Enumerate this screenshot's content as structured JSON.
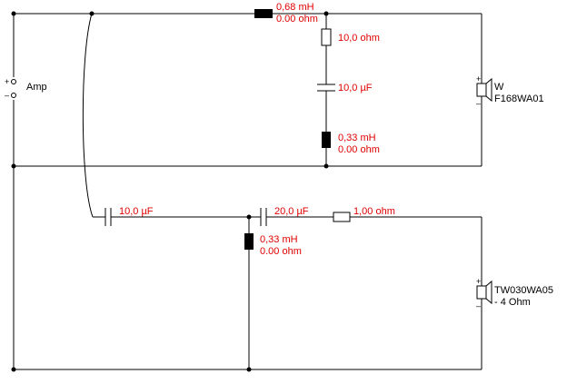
{
  "colors": {
    "wire": "#000000",
    "value_text": "#e00000",
    "label_text": "#000000",
    "background": "#ffffff"
  },
  "amp": {
    "plus": "+",
    "minus": "–",
    "label": "Amp"
  },
  "woofer_branch": {
    "series_inductor": {
      "value": "0,68 mH",
      "resistance": "0.00 ohm"
    },
    "notch_resistor": {
      "value": "10,0 ohm"
    },
    "notch_capacitor": {
      "value": "10,0 µF"
    },
    "notch_inductor": {
      "value": "0,33 mH",
      "resistance": "0.00 ohm"
    },
    "driver": {
      "plus": "+",
      "minus": "–",
      "name_line1": "W",
      "name_line2": "F168WA01"
    }
  },
  "tweeter_branch": {
    "cap1": {
      "value": "10,0 µF"
    },
    "cap2": {
      "value": "20,0 µF"
    },
    "resistor": {
      "value": "1,00 ohm"
    },
    "shunt_inductor": {
      "value": "0,33 mH",
      "resistance": "0.00 ohm"
    },
    "driver": {
      "plus": "+",
      "minus": "–",
      "name_line1": "TW030WA05",
      "name_line2": "- 4 Ohm"
    }
  }
}
